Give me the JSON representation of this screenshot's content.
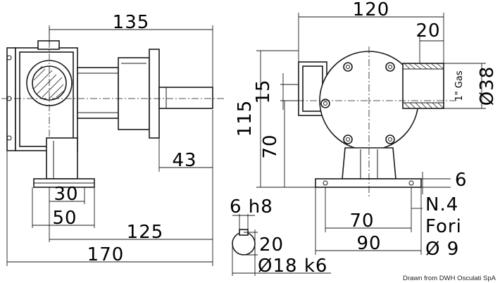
{
  "side_view": {
    "dim_135": "135",
    "dim_43": "43",
    "dim_30": "30",
    "dim_50": "50",
    "dim_125": "125",
    "dim_170": "170"
  },
  "front_view": {
    "dim_120": "120",
    "dim_20": "20",
    "dim_15": "15",
    "dim_115": "115",
    "dim_70_vertical": "70",
    "dim_38": "Ø38",
    "gas_label": "1\" Gas",
    "dim_6": "6",
    "holes_count": "N.4",
    "holes_label": "Fori",
    "hole_diameter": "Ø 9",
    "dim_70_horizontal": "70",
    "dim_90": "90"
  },
  "shaft_detail": {
    "key_label": "6 h8",
    "dim_20": "20",
    "shaft_diameter": "Ø18 k6"
  },
  "credit": "Drawn from DWH Osculati SpA"
}
